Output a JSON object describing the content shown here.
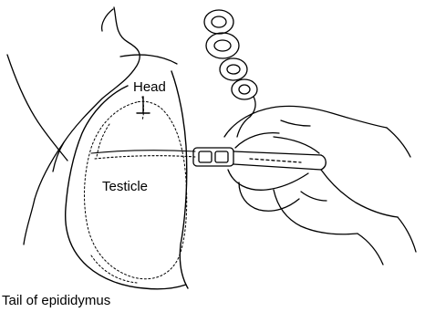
{
  "labels": {
    "head": "Head",
    "testicle": "Testicle",
    "tail": "Tail of epididymus"
  },
  "colors": {
    "ink": "#000000",
    "paper": "#ffffff"
  }
}
